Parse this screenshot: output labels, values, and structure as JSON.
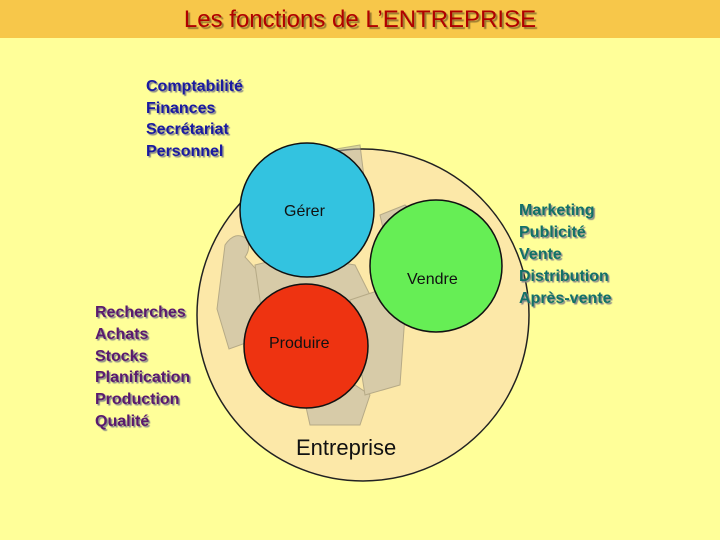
{
  "title": "Les fonctions de L’ENTREPRISE",
  "center_label": "Entreprise",
  "circles": {
    "gerer": {
      "label": "Gérer",
      "color": "#33c3e0"
    },
    "vendre": {
      "label": "Vendre",
      "color": "#66ee55"
    },
    "produire": {
      "label": "Produire",
      "color": "#ee3311"
    }
  },
  "lists": {
    "gerer": [
      "Comptabilité",
      "Finances",
      "Secrétariat",
      "Personnel"
    ],
    "produire": [
      "Recherches",
      "Achats",
      "Stocks",
      "Planification",
      "Production",
      "Qualité"
    ],
    "vendre": [
      "Marketing",
      "Publicité",
      "Vente",
      "Distribution",
      "Après-vente"
    ]
  },
  "colors": {
    "background": "#ffff99",
    "title_bar": "#f7c74a",
    "title_text": "#b00000",
    "outer_circle": "#fce8a8"
  }
}
